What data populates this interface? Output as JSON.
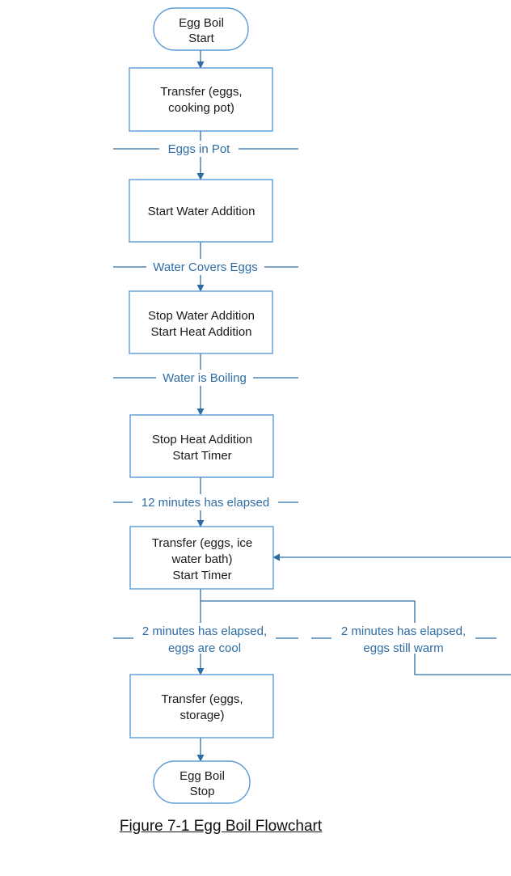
{
  "nodes": {
    "start": [
      "Egg Boil",
      "Start"
    ],
    "transfer_pot": [
      "Transfer (eggs,",
      "cooking pot)"
    ],
    "start_water": [
      "Start Water Addition"
    ],
    "stop_water": [
      "Stop Water Addition",
      "Start Heat Addition"
    ],
    "stop_heat": [
      "Stop Heat Addition",
      "Start Timer"
    ],
    "transfer_ice": [
      "Transfer (eggs, ice",
      "water bath)",
      "Start Timer"
    ],
    "transfer_storage": [
      "Transfer (eggs,",
      "storage)"
    ],
    "stop": [
      "Egg Boil",
      "Stop"
    ]
  },
  "conditions": {
    "eggs_in_pot": [
      "Eggs in Pot"
    ],
    "water_covers": [
      "Water Covers Eggs"
    ],
    "water_boiling": [
      "Water is Boiling"
    ],
    "minutes_12": [
      "12 minutes has elapsed"
    ],
    "eggs_cool": [
      "2 minutes has elapsed,",
      "eggs are cool"
    ],
    "eggs_warm": [
      "2 minutes has elapsed,",
      "eggs still warm"
    ]
  },
  "caption": "Figure 7-1 Egg Boil Flowchart",
  "colors": {
    "border": "#5b9bd5",
    "line": "#2e6da4",
    "text": "#1a1a1a",
    "condition_text": "#2e6da4"
  }
}
